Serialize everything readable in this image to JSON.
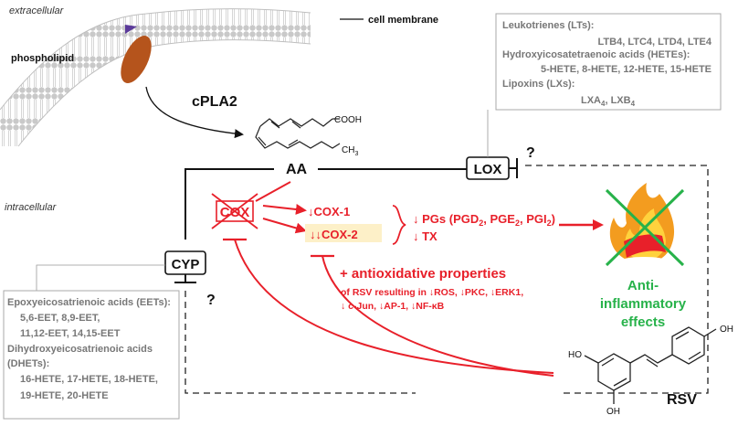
{
  "labels": {
    "extracellular": "extracellular",
    "intracellular": "intracellular",
    "cell_membrane": "cell membrane",
    "phospholipid": "phospholipid",
    "cpla2": "cPLA2",
    "aa": "AA",
    "lox": "LOX",
    "cyp": "CYP",
    "cox": "COX",
    "cooh": "COOH",
    "ch3": "CH",
    "ch3_sub": "3",
    "q1": "?",
    "q2": "?",
    "rsv": "RSV",
    "oh_top": "OH",
    "ho_left": "HO",
    "oh_bottom": "OH"
  },
  "lox_box": {
    "lines": [
      "Leukotrienes (LTs):",
      "LTB4, LTC4, LTD4, LTE4",
      "Hydroxyicosatetraenoic acids (HETEs):",
      "5-HETE, 8-HETE, 12-HETE, 15-HETE",
      "Lipoxins (LXs):"
    ],
    "lxa": "LXA",
    "lxa_sub": "4",
    "lxb": ", LXB",
    "lxb_sub": "4"
  },
  "cyp_box": {
    "lines": [
      "Epoxyeicosatrienoic acids (EETs):",
      "5,6-EET,  8,9-EET,",
      "11,12-EET,  14,15-EET",
      "Dihydroxyeicosatrienoic acids",
      "(DHETs):",
      "16-HETE, 17-HETE, 18-HETE,",
      "19-HETE, 20-HETE"
    ]
  },
  "cox_branch": {
    "cox1": "↓COX-1",
    "cox2": "↓↓COX-2",
    "pgs_prefix": "↓ PGs (PGD",
    "pgs_sub1": "2",
    "pgs_mid1": ", PGE",
    "pgs_sub2": "2",
    "pgs_mid2": ", PGI",
    "pgs_sub3": "2",
    "pgs_suffix": ")",
    "tx": "↓ TX"
  },
  "antioxidative": {
    "title": "+ antioxidative properties",
    "line1": "of RSV resulting in ↓ROS, ↓PKC, ↓ERK1,",
    "line2": "↓ c-Jun, ↓AP-1, ↓NF-κB"
  },
  "anti_inflammatory": {
    "line1": "Anti-",
    "line2": "inflammatory",
    "line3": "effects"
  },
  "colors": {
    "red": "#e8202a",
    "green": "#27b24a",
    "gray": "#777777",
    "cox2_highlight": "#fdf0c8",
    "membrane": "#bfbfbf"
  }
}
